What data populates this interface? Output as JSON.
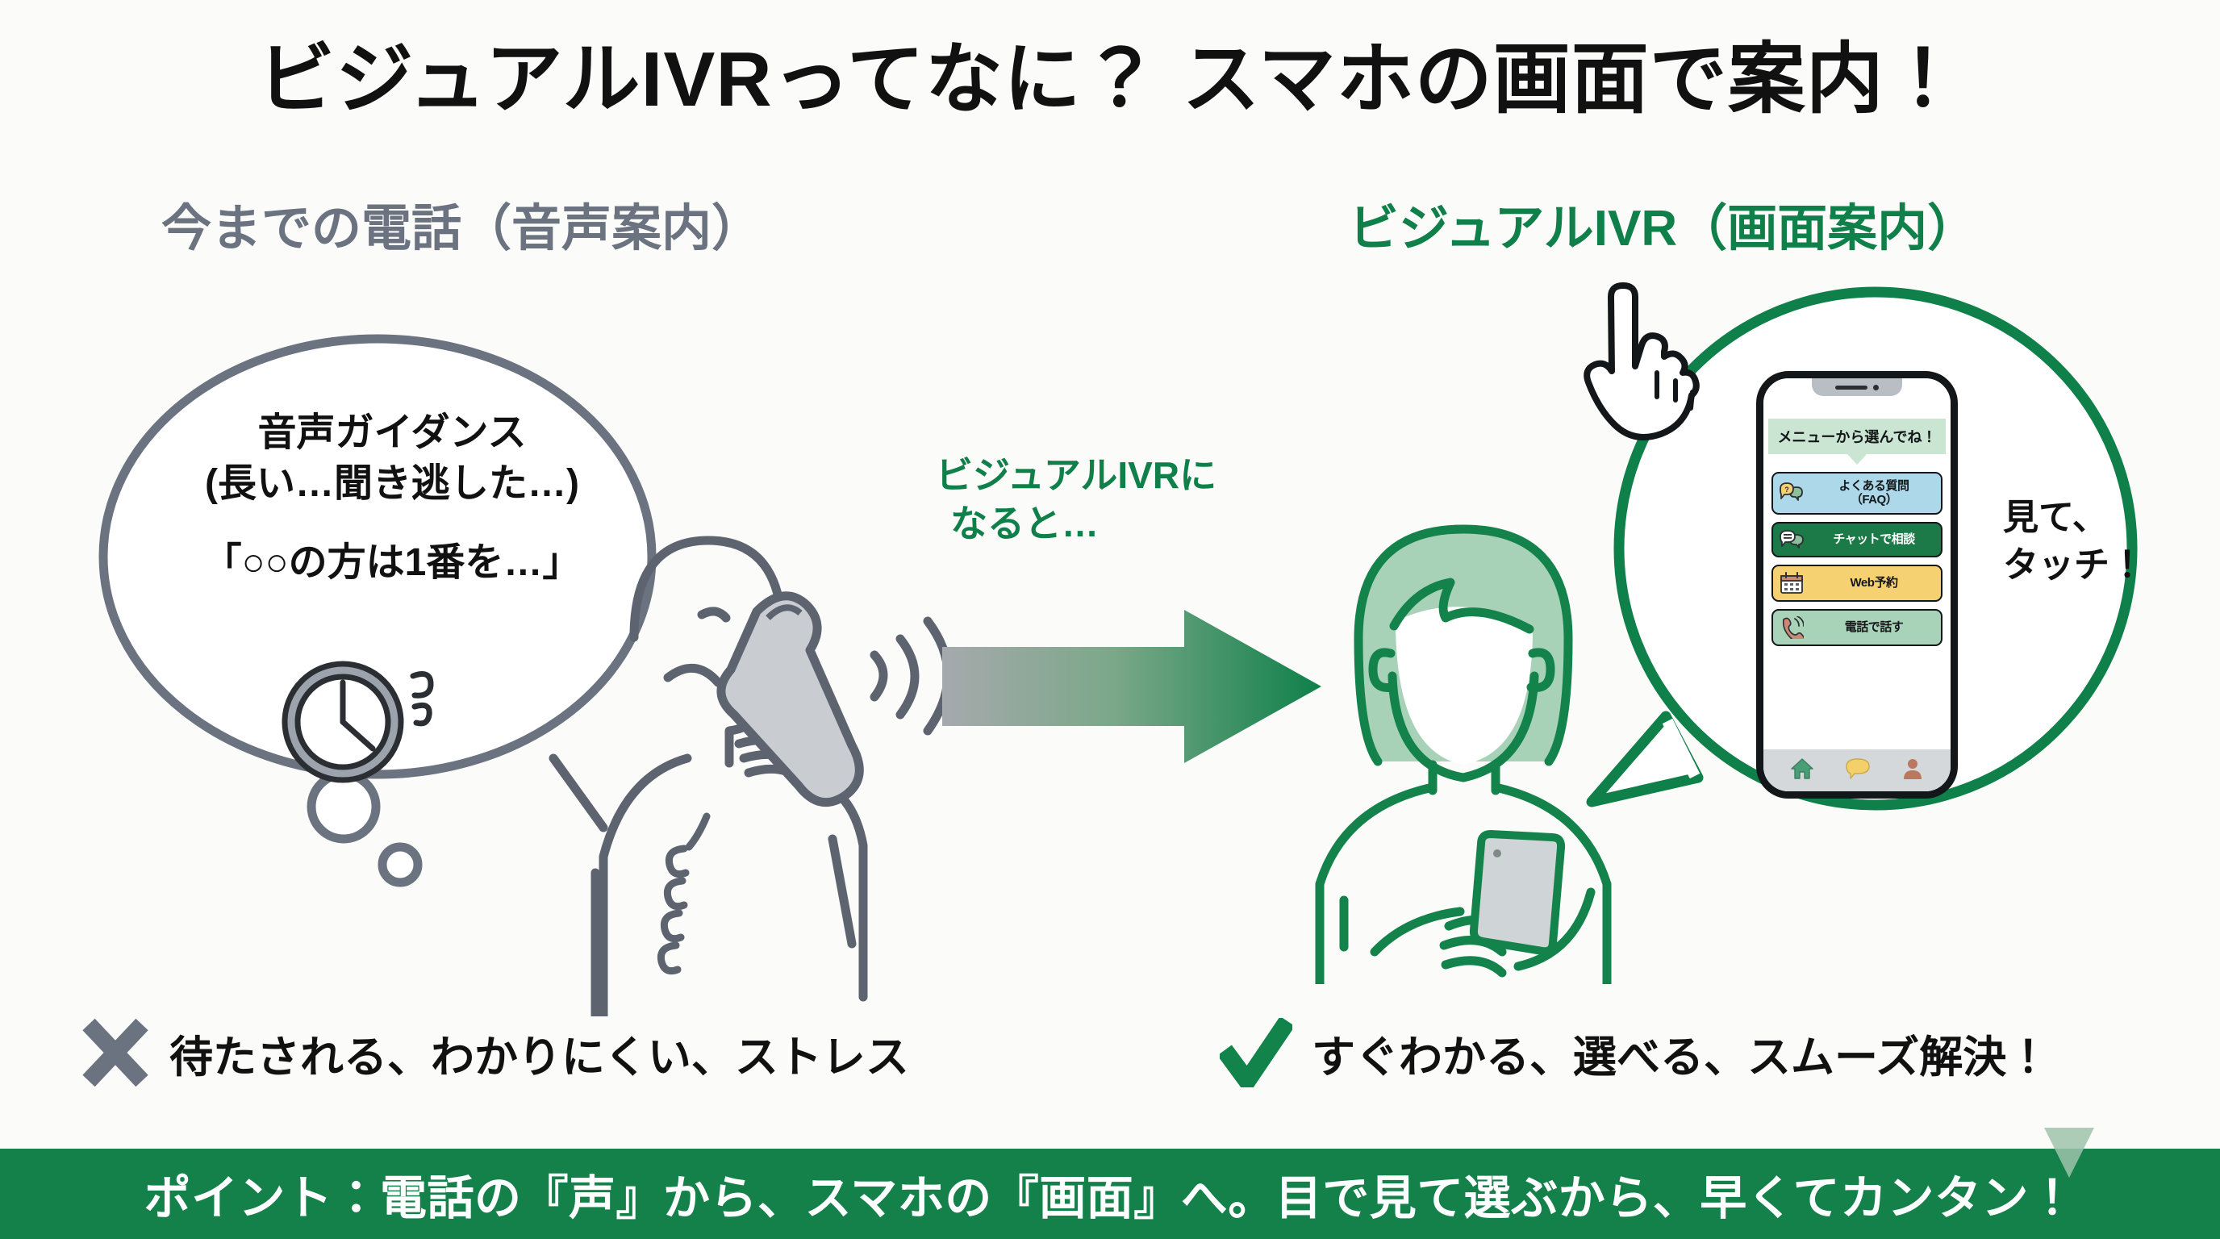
{
  "title": "ビジュアルIVRってなに？ スマホの画面で案内！",
  "left_column": {
    "heading": "今までの電話（音声案内）",
    "bubble": {
      "line1": "音声ガイダンス",
      "line2": "(長い…聞き逃した…)",
      "line3": "「○○の方は1番を…」"
    },
    "result": {
      "mark": "x-mark-icon",
      "text": "待たされる、わかりにくい、ストレス"
    },
    "colors": {
      "line": "#5d6470",
      "heading": "#6b7280",
      "mark": "#6b7280"
    }
  },
  "middle": {
    "label_line1": "ビジュアルIVRに",
    "label_line2": "なると…",
    "arrow": "right-arrow-icon",
    "arrow_gradient_from": "#a6a9ad",
    "arrow_gradient_to": "#0f8049"
  },
  "right_column": {
    "heading": "ビジュアルIVR（画面案内）",
    "touch_label_line1": "見て、",
    "touch_label_line2": "タッチ！",
    "phone": {
      "banner": "メニューから選んでね！",
      "menu": [
        {
          "label_line1": "よくある質問",
          "label_line2": "（FAQ）",
          "icon": "question-chat-icon",
          "bg": "#add8ea"
        },
        {
          "label_line1": "チャットで相談",
          "label_line2": "",
          "icon": "chat-bubble-icon",
          "bg": "#1b7a47"
        },
        {
          "label_line1": "Web予約",
          "label_line2": "",
          "icon": "calendar-icon",
          "bg": "#f5d172"
        },
        {
          "label_line1": "電話で話す",
          "label_line2": "",
          "icon": "phone-handset-icon",
          "bg": "#a9d3b8"
        }
      ],
      "tabbar": [
        {
          "icon": "home-icon",
          "color": "#4a9e77"
        },
        {
          "icon": "chat-icon",
          "color": "#f3d06a"
        },
        {
          "icon": "person-icon",
          "color": "#b9785f"
        }
      ]
    },
    "result": {
      "mark": "check-mark-icon",
      "text": "すぐわかる、選べる、スムーズ解決！"
    },
    "colors": {
      "line": "#13834b",
      "heading": "#10804a",
      "mark": "#12834a",
      "hair": "#a8d2b8"
    }
  },
  "footer": {
    "text": "ポイント：電話の『声』から、スマホの『画面』へ。目で見て選ぶから、早くてカンタン！",
    "bg": "#14804a",
    "fg": "#ffffff"
  }
}
